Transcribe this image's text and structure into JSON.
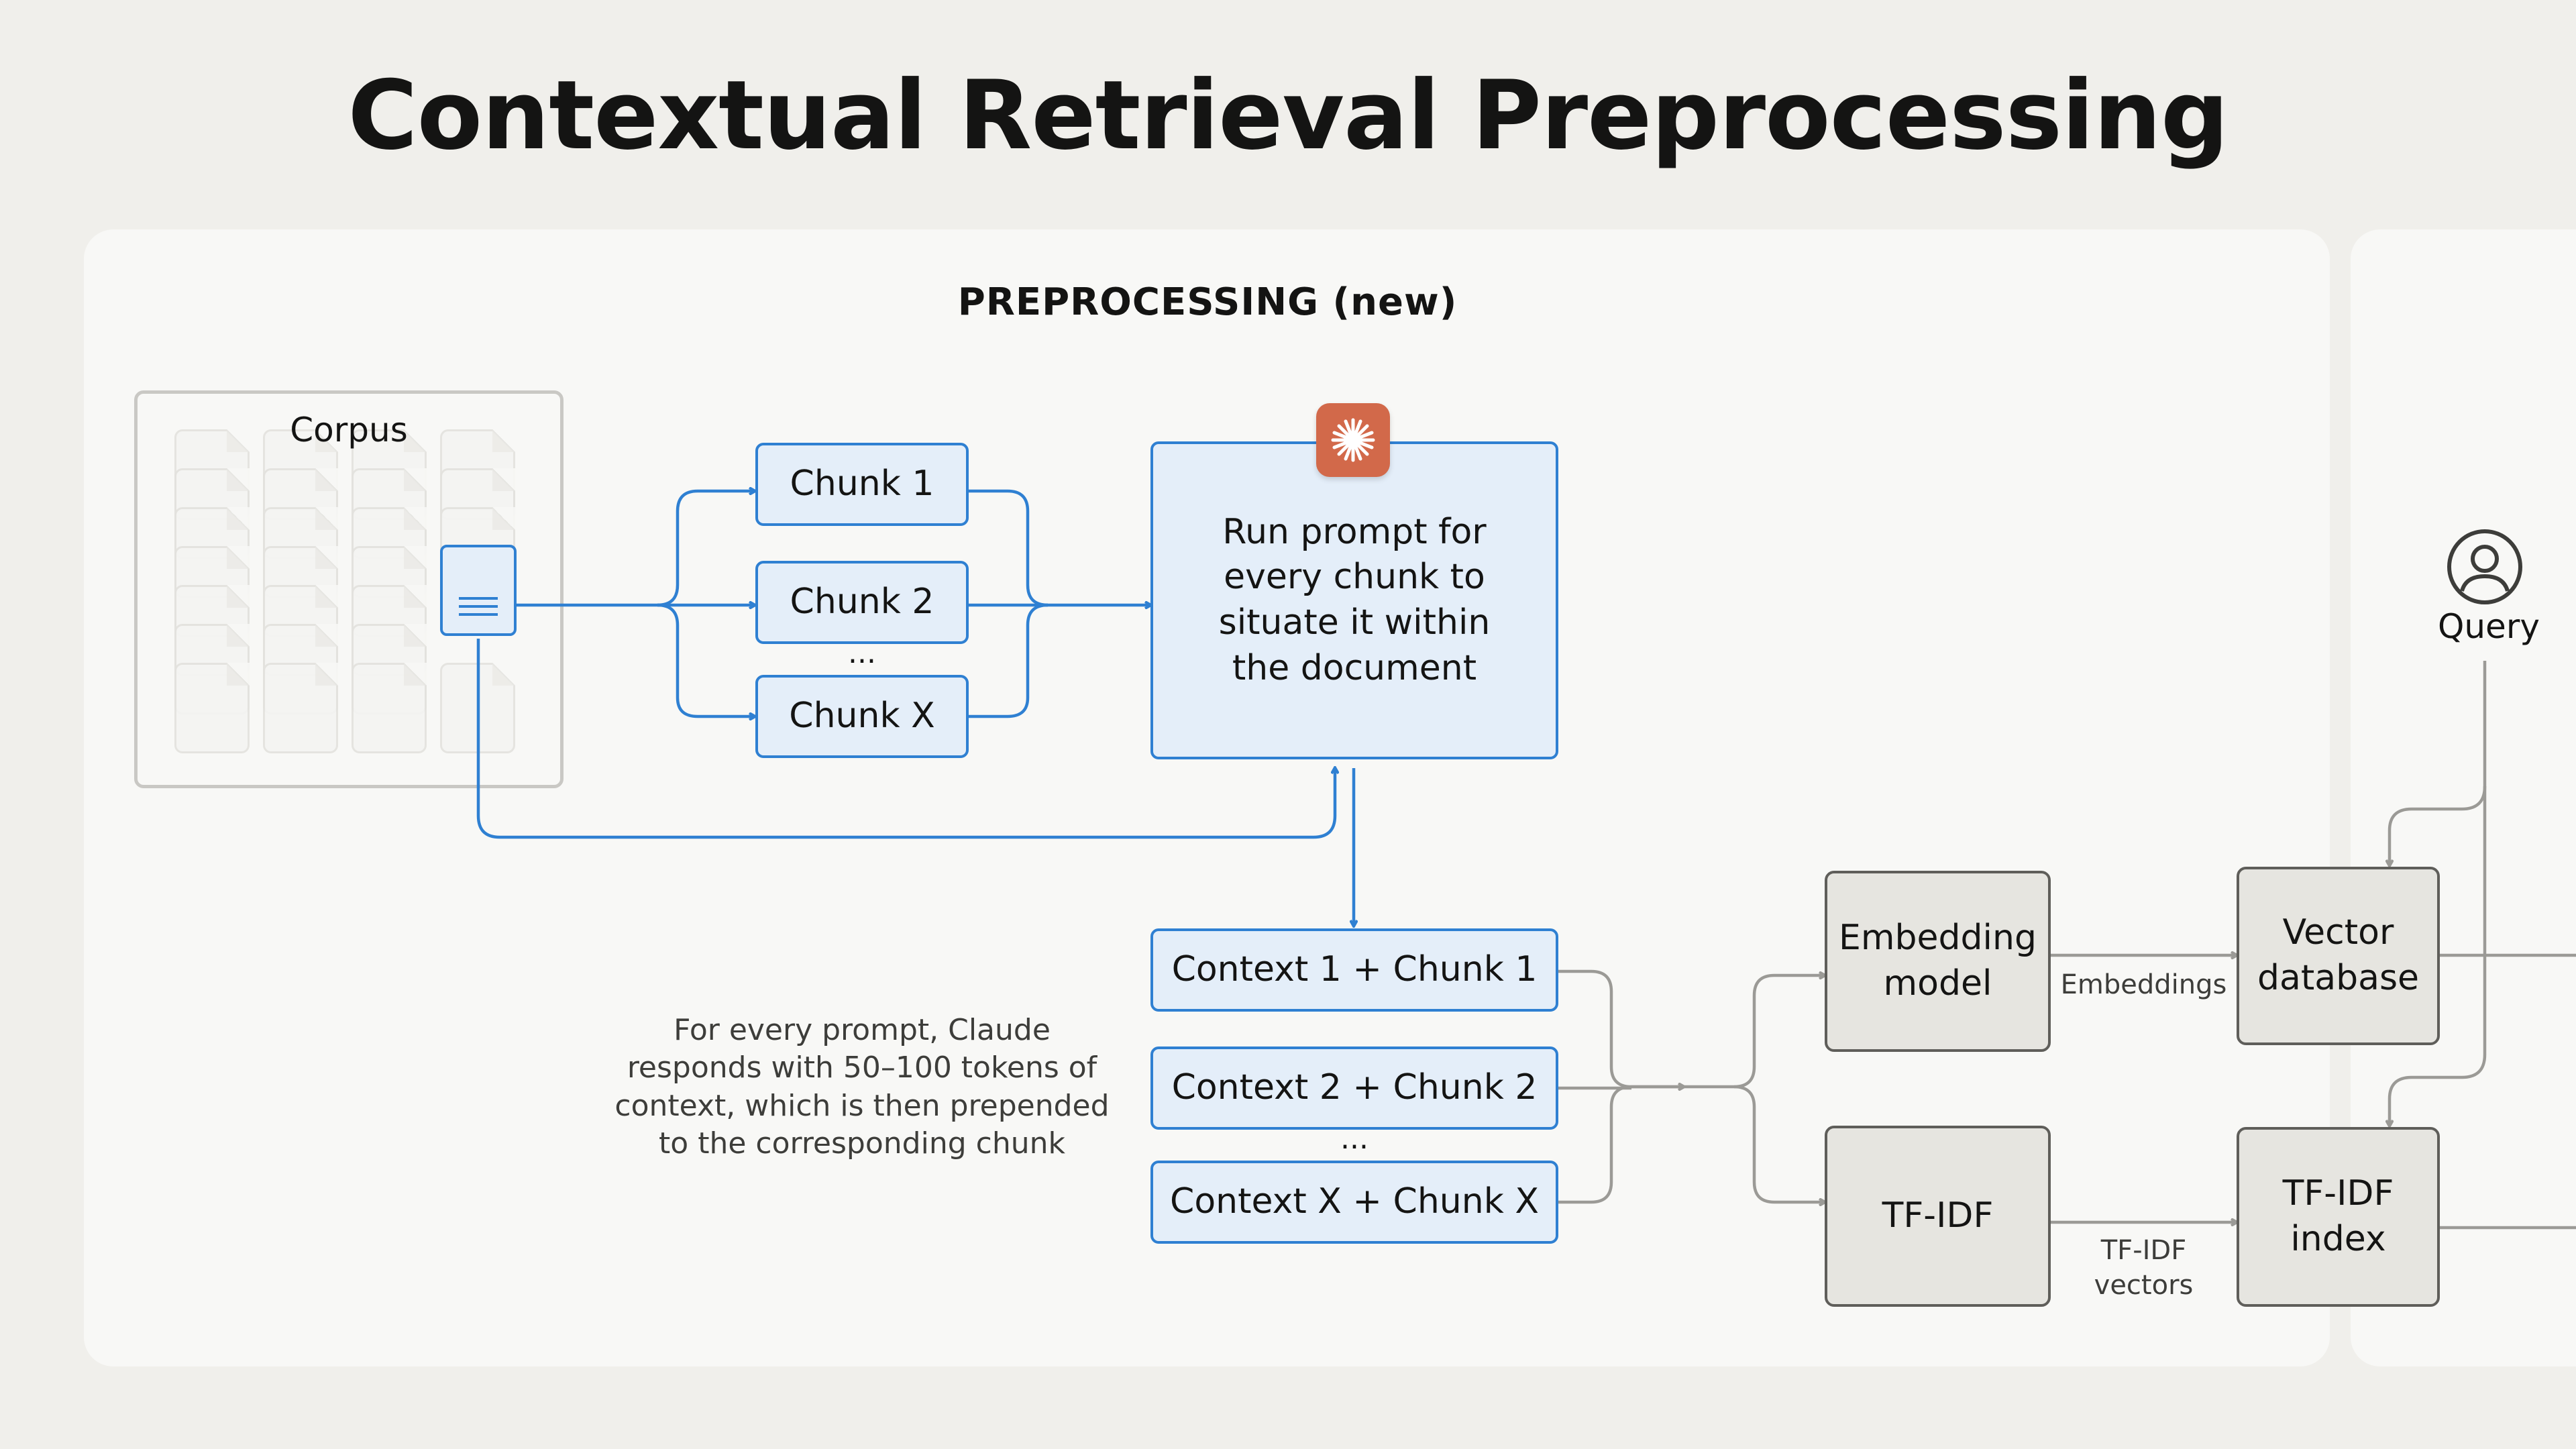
{
  "title": "Contextual Retrieval Preprocessing",
  "section_title": "PREPROCESSING (new)",
  "corpus": {
    "label": "Corpus"
  },
  "chunks": [
    "Chunk 1",
    "Chunk 2",
    "Chunk X"
  ],
  "chunks_ellipsis": "...",
  "prompt_box": {
    "lines": [
      "Run prompt for",
      "every chunk to",
      "situate it within",
      "the document"
    ]
  },
  "contexts": [
    "Context 1 + Chunk 1",
    "Context 2 + Chunk 2",
    "Context X + Chunk X"
  ],
  "contexts_ellipsis": "...",
  "note": {
    "lines": [
      "For every prompt, Claude",
      "responds with 50–100 tokens of",
      "context, which is then prepended",
      "to the corresponding chunk"
    ]
  },
  "embedding_model": {
    "lines": [
      "Embedding",
      "model"
    ]
  },
  "tfidf": {
    "label": "TF-IDF"
  },
  "vector_database": {
    "lines": [
      "Vector",
      "database"
    ]
  },
  "tfidf_index": {
    "lines": [
      "TF-IDF",
      "index"
    ]
  },
  "edge_labels": {
    "embeddings": "Embeddings",
    "tfidf_vectors": [
      "TF-IDF",
      "vectors"
    ]
  },
  "query": {
    "label": "Query"
  },
  "colors": {
    "background": "#f0efeb",
    "panel": "#f8f8f6",
    "accent_blue": "#2f80d2",
    "box_blue": "#e4eef9",
    "claude_orange": "#d2694a",
    "gray_box": "#e6e5e0",
    "gray_line": "#9b9a96"
  },
  "icons": {
    "claude": "claude-sparkle-icon",
    "query": "user-icon",
    "document": "document-icon"
  }
}
